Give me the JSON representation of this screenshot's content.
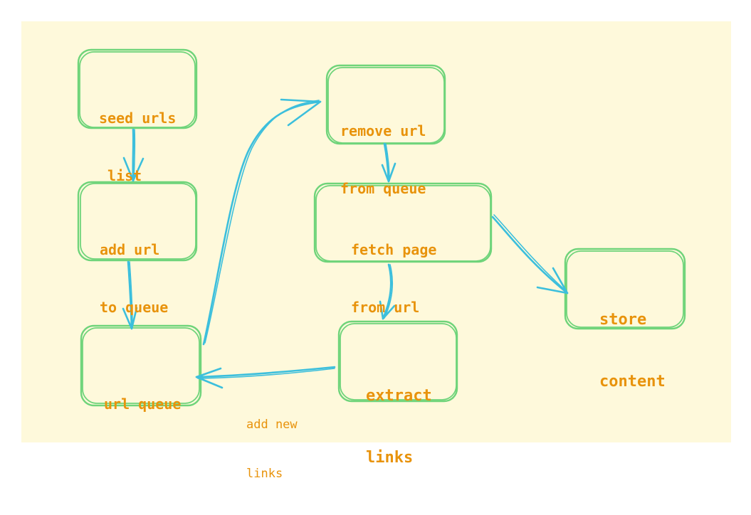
{
  "nodes": {
    "seed": {
      "line1": "seed urls",
      "line2": " list"
    },
    "add": {
      "line1": "add url",
      "line2": "to queue"
    },
    "queue": {
      "line1": "url queue"
    },
    "remove": {
      "line1": "remove url",
      "line2": "from queue"
    },
    "fetch": {
      "line1": "fetch page",
      "line2": "from url"
    },
    "extract": {
      "line1": "extract",
      "line2": "links"
    },
    "store": {
      "line1": "store",
      "line2": "content"
    }
  },
  "edges": {
    "add_new_links": {
      "line1": "add new",
      "line2": "links"
    }
  },
  "colors": {
    "background": "#fef9db",
    "box_stroke": "#6fd47a",
    "arrow": "#3cbfdc",
    "text": "#e8930c"
  }
}
